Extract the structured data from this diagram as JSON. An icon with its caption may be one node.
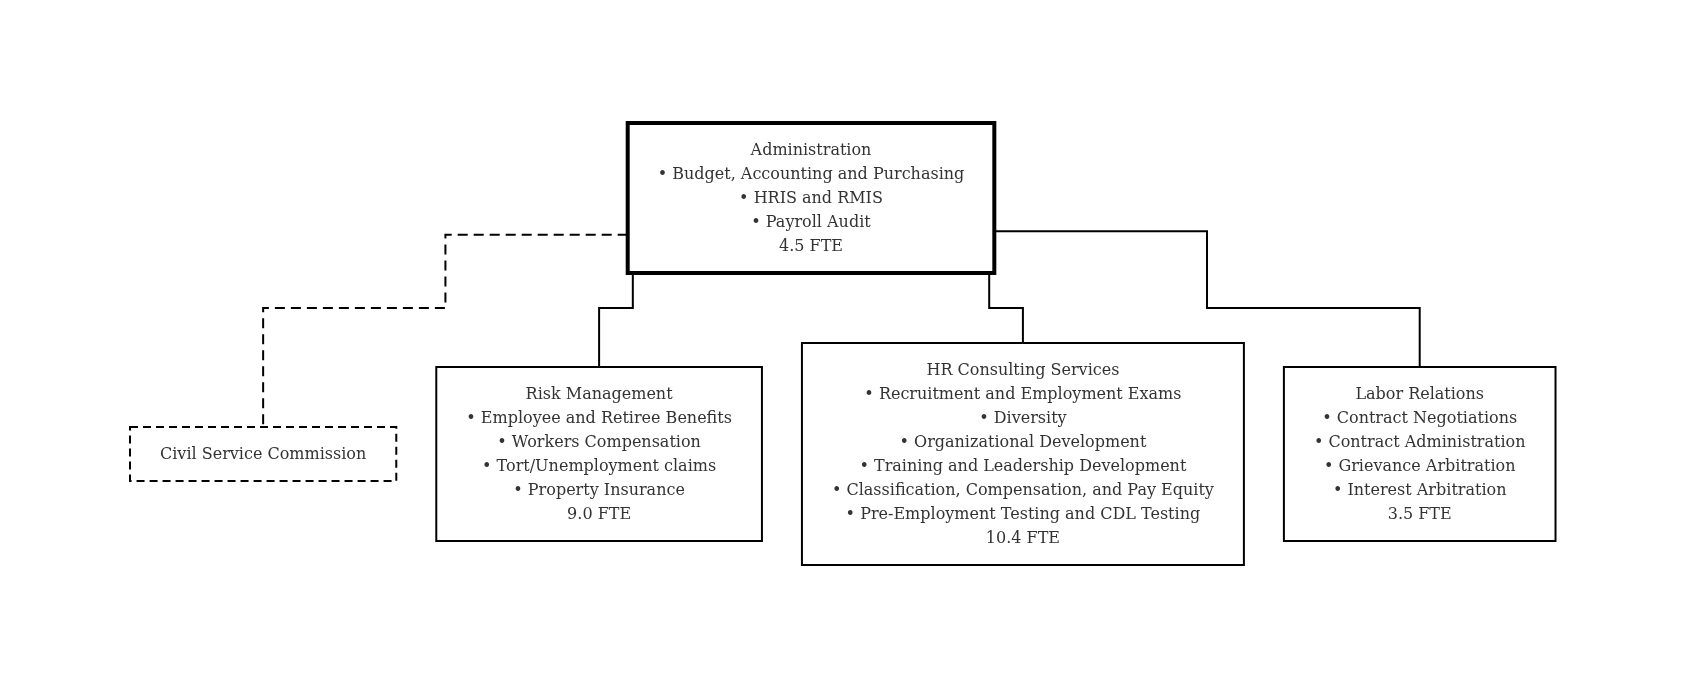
{
  "diagram": {
    "nodes": [
      {
        "text": [
          "Administration",
          "• Budget, Accounting and Purchasing",
          "• HRIS and RMIS",
          "• Payroll Audit",
          "4.5 FTE"
        ]
      },
      {
        "text": [
          "Civil Service Commission"
        ]
      },
      {
        "text": [
          "Risk Management",
          "• Employee and Retiree Benefits",
          "• Workers Compensation",
          "• Tort/Unemployment claims",
          "• Property Insurance",
          "9.0 FTE"
        ]
      },
      {
        "text": [
          "HR Consulting Services",
          "• Recruitment and Employment Exams",
          "• Diversity",
          "• Organizational Development",
          "• Training and Leadership Development",
          "• Classification, Compensation, and Pay Equity",
          "• Pre-Employment Testing and CDL Testing",
          "10.4 FTE"
        ]
      },
      {
        "text": [
          "Labor Relations",
          "• Contract Negotiations",
          "• Contract Administration",
          "• Grievance Arbitration",
          "• Interest Arbitration",
          "3.5 FTE"
        ]
      }
    ],
    "edges": [
      {
        "from": 0,
        "to": 1,
        "arrow": "none",
        "style": "dashed"
      },
      {
        "from": 0,
        "to": 2,
        "arrow": "none"
      },
      {
        "from": 0,
        "to": 3,
        "arrow": "none"
      },
      {
        "from": 0,
        "to": 4,
        "arrow": "none"
      }
    ]
  }
}
